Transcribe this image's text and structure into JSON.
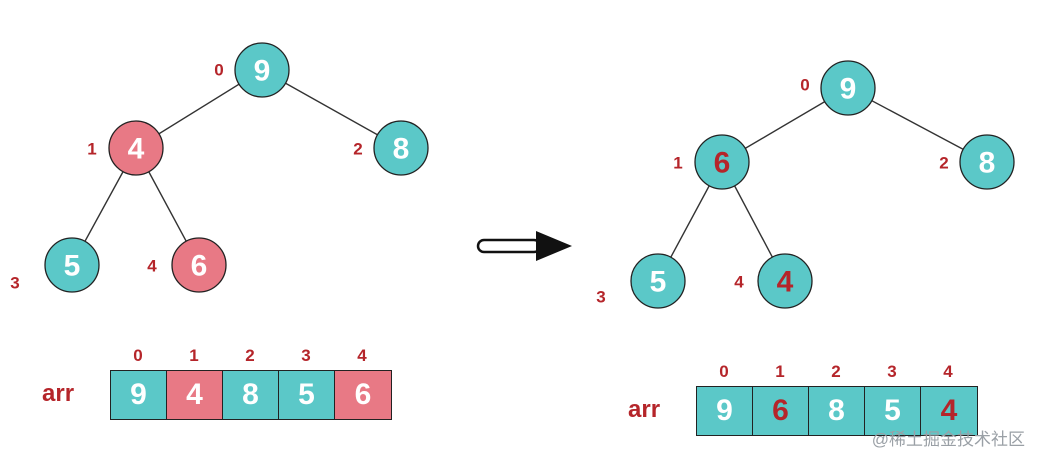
{
  "colors": {
    "teal": "#5bc8c8",
    "pink": "#e87985",
    "index_red": "#b5252a",
    "value_white": "#ffffff",
    "value_red": "#b5252a"
  },
  "before": {
    "nodes": [
      {
        "index": "0",
        "value": "9",
        "fill": "teal",
        "text": "white"
      },
      {
        "index": "1",
        "value": "4",
        "fill": "pink",
        "text": "white"
      },
      {
        "index": "2",
        "value": "8",
        "fill": "teal",
        "text": "white"
      },
      {
        "index": "3",
        "value": "5",
        "fill": "teal",
        "text": "white"
      },
      {
        "index": "4",
        "value": "6",
        "fill": "pink",
        "text": "white"
      }
    ],
    "array": {
      "label": "arr",
      "indices": [
        "0",
        "1",
        "2",
        "3",
        "4"
      ],
      "values": [
        "9",
        "4",
        "8",
        "5",
        "6"
      ],
      "fills": [
        "teal",
        "pink",
        "teal",
        "teal",
        "pink"
      ],
      "text": [
        "white",
        "white",
        "white",
        "white",
        "white"
      ]
    }
  },
  "after": {
    "nodes": [
      {
        "index": "0",
        "value": "9",
        "fill": "teal",
        "text": "white"
      },
      {
        "index": "1",
        "value": "6",
        "fill": "teal",
        "text": "red"
      },
      {
        "index": "2",
        "value": "8",
        "fill": "teal",
        "text": "white"
      },
      {
        "index": "3",
        "value": "5",
        "fill": "teal",
        "text": "white"
      },
      {
        "index": "4",
        "value": "4",
        "fill": "teal",
        "text": "red"
      }
    ],
    "array": {
      "label": "arr",
      "indices": [
        "0",
        "1",
        "2",
        "3",
        "4"
      ],
      "values": [
        "9",
        "6",
        "8",
        "5",
        "4"
      ],
      "fills": [
        "teal",
        "teal",
        "teal",
        "teal",
        "teal"
      ],
      "text": [
        "white",
        "red",
        "white",
        "white",
        "red"
      ]
    }
  },
  "watermark": "@稀土掘金技术社区"
}
